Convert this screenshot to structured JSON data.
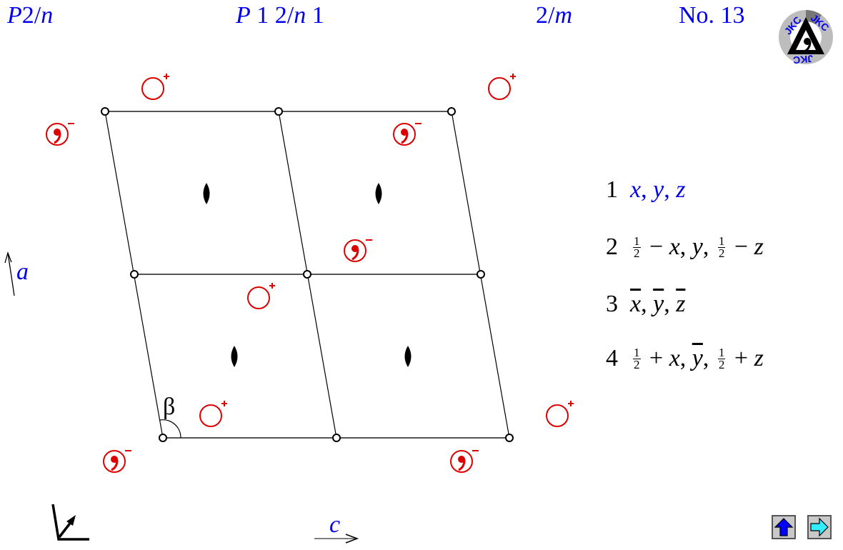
{
  "header": {
    "short_symbol": {
      "letter": "P",
      "rest": "2/",
      "glide": "n"
    },
    "full_symbol": {
      "letter": "P",
      "p1": " 1 2/",
      "glide": "n",
      "p2": " 1"
    },
    "point_group": {
      "prefix": "2/",
      "m": "m"
    },
    "number": "No. 13",
    "logo_text": "JKC"
  },
  "axes": {
    "a_label": "a",
    "c_label": "c",
    "angle_label": "β"
  },
  "symmetry_operations": [
    {
      "num": "1",
      "parts": [
        {
          "t": "x"
        },
        {
          "t": ", "
        },
        {
          "t": "y"
        },
        {
          "t": ", "
        },
        {
          "t": "z"
        }
      ],
      "color": "#0000ee"
    },
    {
      "num": "2",
      "text": {
        "f1n": "1",
        "f1d": "2",
        "a": " − ",
        "x": "x",
        "s1": ", ",
        "y": "y",
        "s2": ", ",
        "f2n": "1",
        "f2d": "2",
        "b": " − ",
        "z": "z"
      }
    },
    {
      "num": "3",
      "text": {
        "x": "x",
        "s1": ", ",
        "y": "y",
        "s2": ", ",
        "z": "z"
      }
    },
    {
      "num": "4",
      "text": {
        "f1n": "1",
        "f1d": "2",
        "a": " + ",
        "x": "x",
        "s1": ", ",
        "y": "y",
        "s2": ", ",
        "f2n": "1",
        "f2d": "2",
        "b": " + ",
        "z": "z"
      }
    }
  ],
  "ops_display": {
    "op1": {
      "num": "1",
      "x": "x",
      "y": "y",
      "z": "z",
      "sep": ", "
    },
    "op2": {
      "num": "2",
      "half": "1",
      "two": "2",
      "minus": " − ",
      "plus": " + ",
      "x": "x",
      "y": "y",
      "z": "z",
      "sep": ", "
    },
    "op3": {
      "num": "3",
      "x": "x",
      "y": "y",
      "z": "z",
      "sep": ", "
    },
    "op4": {
      "num": "4",
      "half": "1",
      "two": "2",
      "plus": " + ",
      "x": "x",
      "y": "y",
      "z": "z",
      "sep": ", "
    }
  },
  "colors": {
    "title_blue": "#0000ee",
    "position_red": "#dd0000",
    "line_gray": "#555555",
    "nav_up": "#0000ff",
    "nav_right": "#33eeff"
  },
  "lattice": {
    "inversion_centers": [
      [
        147,
        156
      ],
      [
        390,
        156
      ],
      [
        632,
        156
      ],
      [
        188,
        384
      ],
      [
        430,
        384
      ],
      [
        673,
        384
      ],
      [
        228,
        613
      ],
      [
        471,
        613
      ],
      [
        713,
        613
      ]
    ],
    "twofold_axes": [
      [
        289,
        271
      ],
      [
        530,
        271
      ],
      [
        328,
        499
      ],
      [
        571,
        499
      ]
    ],
    "positions_plus": [
      [
        214,
        124
      ],
      [
        699,
        124
      ],
      [
        362,
        417
      ],
      [
        295,
        582
      ],
      [
        780,
        582
      ]
    ],
    "positions_minus": [
      [
        80,
        188
      ],
      [
        566,
        188
      ],
      [
        497,
        351
      ],
      [
        160,
        646
      ],
      [
        646,
        646
      ]
    ],
    "plus_sign": "+",
    "minus_sign": "−"
  },
  "navigation": {
    "up_label": "up",
    "next_label": "next"
  }
}
